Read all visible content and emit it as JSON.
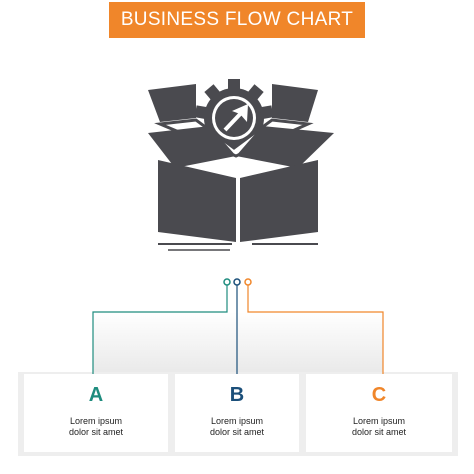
{
  "title": "BUSINESS FLOW CHART",
  "colors": {
    "banner": "#f0862a",
    "icon": "#4a4a4f",
    "a": "#1e8c7e",
    "b": "#1b4f7a",
    "c": "#f0862a",
    "panel": "#eeeeee"
  },
  "icon": {
    "name": "open-box-gear-arrow-icon"
  },
  "steps": [
    {
      "letter": "A",
      "line1": "Lorem ipsum",
      "line2": "dolor sit amet"
    },
    {
      "letter": "B",
      "line1": "Lorem ipsum",
      "line2": "dolor sit amet"
    },
    {
      "letter": "C",
      "line1": "Lorem ipsum",
      "line2": "dolor sit amet"
    }
  ]
}
